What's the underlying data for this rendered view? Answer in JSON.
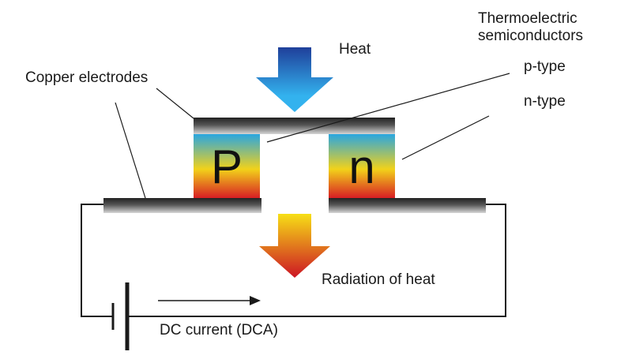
{
  "labels": {
    "heat": "Heat",
    "thermo_line1": "Thermoelectric",
    "thermo_line2": "semiconductors",
    "p_type": "p-type",
    "n_type": "n-type",
    "copper": "Copper electrodes",
    "radiation": "Radiation of heat",
    "dc_current": "DC current (DCA)"
  },
  "blocks": {
    "p_letter": "P",
    "n_letter": "n"
  },
  "colors": {
    "semiconductor_top": "#2aa6e0",
    "semiconductor_mid": "#f2d21a",
    "semiconductor_bottom": "#d81e24",
    "heat_arrow_top": "#1f3f9a",
    "heat_arrow_bottom": "#33b2ee",
    "radiation_arrow_top": "#f7df16",
    "radiation_arrow_bottom": "#cc1424",
    "electrode_dark": "#222222",
    "electrode_light": "#d6d6d6",
    "wire": "#1a1a1a"
  }
}
